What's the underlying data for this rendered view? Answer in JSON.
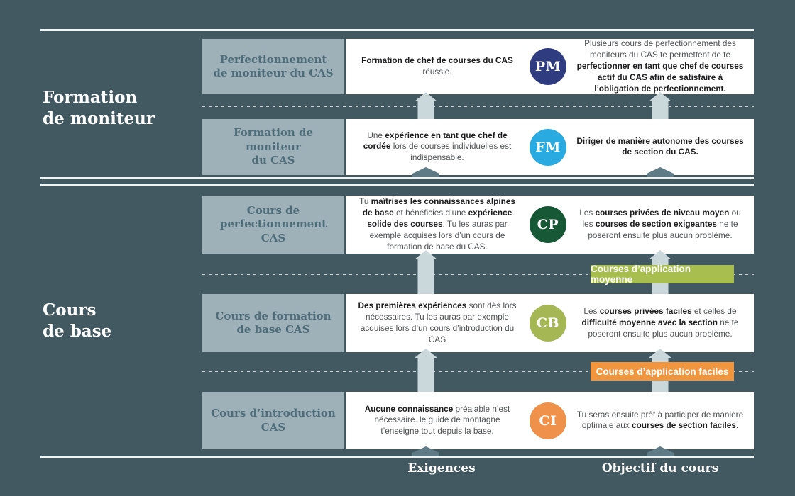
{
  "sections": {
    "formation": {
      "title": "Formation\nde moniteur"
    },
    "base": {
      "title": "Cours\nde base"
    }
  },
  "rows": [
    {
      "id": "PM",
      "label": "Perfectionnement\nde moniteur du CAS",
      "badge": "PM",
      "badge_color": "#303C80",
      "requirements": [
        {
          "t": "Formation de chef de courses du CAS",
          "b": true
        },
        {
          "t": " réussie.",
          "b": false
        }
      ],
      "objective": [
        {
          "t": "Plusieurs cours de perfectionnement des moniteurs du CAS te permettent de te ",
          "b": false
        },
        {
          "t": "perfectionner en tant que chef de courses actif du CAS afin de satisfaire à l’obligation de perfectionnement.",
          "b": true
        }
      ]
    },
    {
      "id": "FM",
      "label": "Formation de moniteur\ndu CAS",
      "badge": "FM",
      "badge_color": "#29ABE2",
      "requirements": [
        {
          "t": "Une ",
          "b": false
        },
        {
          "t": "expérience en tant que chef de cordée",
          "b": true
        },
        {
          "t": " lors de courses individuelles est indispensable.",
          "b": false
        }
      ],
      "objective": [
        {
          "t": "Diriger de manière autonome des courses de section du CAS.",
          "b": true
        }
      ]
    },
    {
      "id": "CP",
      "label": "Cours de\nperfectionnement CAS",
      "badge": "CP",
      "badge_color": "#175936",
      "requirements": [
        {
          "t": "Tu ",
          "b": false
        },
        {
          "t": "maîtrises les connaissances alpines de base",
          "b": true
        },
        {
          "t": " et bénéficies d’une ",
          "b": false
        },
        {
          "t": "expérience solide des courses",
          "b": true
        },
        {
          "t": ". Tu les auras par exemple acquises lors d’un cours de formation de base du CAS.",
          "b": false
        }
      ],
      "objective": [
        {
          "t": "Les ",
          "b": false
        },
        {
          "t": "courses privées de niveau moyen",
          "b": true
        },
        {
          "t": " ou les ",
          "b": false
        },
        {
          "t": "courses de section exigeantes",
          "b": true
        },
        {
          "t": " ne te poseront ensuite plus aucun problème.",
          "b": false
        }
      ]
    },
    {
      "id": "CB",
      "label": "Cours de formation\nde base CAS",
      "badge": "CB",
      "badge_color": "#A4B754",
      "requirements": [
        {
          "t": "Des premières expériences",
          "b": true
        },
        {
          "t": " sont dès lors nécessaires. Tu les auras par exemple acquises lors d’un cours d’introduction du CAS",
          "b": false
        }
      ],
      "objective": [
        {
          "t": "Les ",
          "b": false
        },
        {
          "t": "courses privées faciles",
          "b": true
        },
        {
          "t": " et celles de ",
          "b": false
        },
        {
          "t": "difficulté moyenne avec la section",
          "b": true
        },
        {
          "t": " ne te poseront ensuite plus aucun problème.",
          "b": false
        }
      ]
    },
    {
      "id": "CI",
      "label": "Cours d’introduction\nCAS",
      "badge": "CI",
      "badge_color": "#F0914B",
      "requirements": [
        {
          "t": "Aucune connaissance",
          "b": true
        },
        {
          "t": " préalable n’est nécessaire. le guide de montagne t’enseigne tout depuis la base.",
          "b": false
        }
      ],
      "objective": [
        {
          "t": "Tu seras ensuite prêt à participer de manière optimale aux ",
          "b": false
        },
        {
          "t": "courses de section faciles",
          "b": true
        },
        {
          "t": ".",
          "b": false
        }
      ]
    }
  ],
  "banners": [
    {
      "label": "Courses d’application moyenne",
      "color": "#A8BE4E"
    },
    {
      "label": "Courses d’application faciles",
      "color": "#F1953F"
    }
  ],
  "footer": {
    "requirements_label": "Exigences",
    "objective_label": "Objectif du cours"
  },
  "colors": {
    "background": "#435962",
    "label_box": "#9EB1B9",
    "light_arrow": "#CBD8DB",
    "dark_arrow": "#5F7B85",
    "line": "#EFF4F5"
  }
}
